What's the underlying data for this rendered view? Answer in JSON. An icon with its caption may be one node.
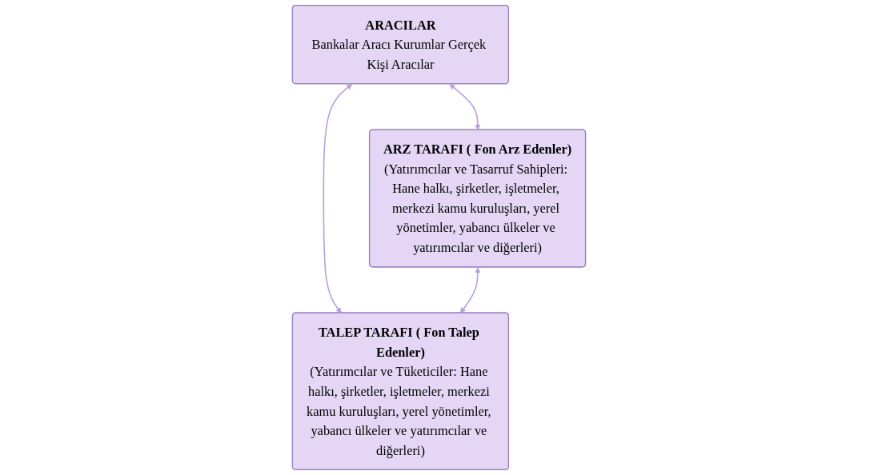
{
  "diagram": {
    "nodes": [
      {
        "text": [
          "ARACILAR",
          "Bankalar Aracı Kurumlar Gerçek Kişi Aracılar"
        ]
      },
      {
        "text": [
          "ARZ TARAFI ( Fon Arz Edenler)",
          "(Yatırımcılar ve Tasarruf Sahipleri: Hane halkı, şirketler, işletmeler, merkezi kamu kuruluşları, yerel yönetimler, yabancı ülkeler ve yatırımcılar ve diğerleri)"
        ]
      },
      {
        "text": [
          "TALEP TARAFI ( Fon Talep Edenler)",
          "(Yatırımcılar ve Tüketiciler: Hane halkı, şirketler, işletmeler, merkezi kamu kuruluşları, yerel yönetimler, yabancı ülkeler ve yatırımcılar ve diğerleri)"
        ]
      }
    ],
    "edges": [
      {
        "from": 0,
        "to": 1,
        "arrow": "both"
      },
      {
        "from": 0,
        "to": 2,
        "arrow": "both"
      },
      {
        "from": 1,
        "to": 2,
        "arrow": "both"
      }
    ]
  }
}
